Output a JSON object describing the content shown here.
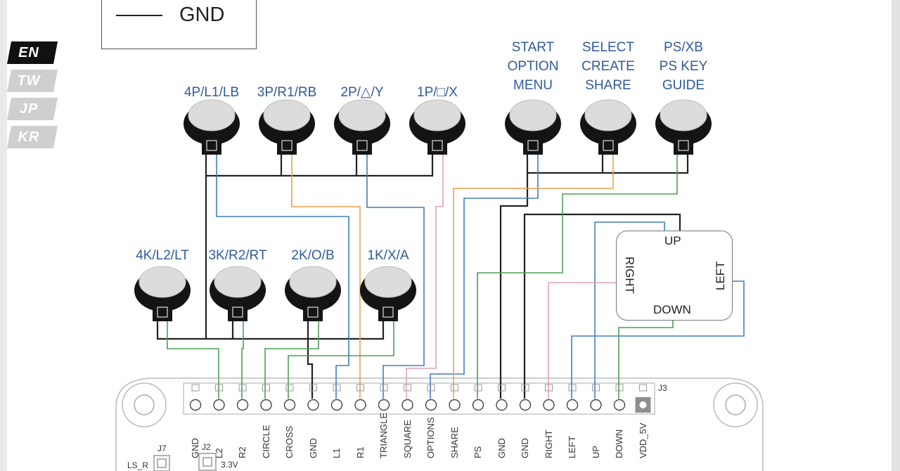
{
  "legend": {
    "label": "GND"
  },
  "languages": [
    {
      "code": "EN",
      "active": true
    },
    {
      "code": "TW",
      "active": false
    },
    {
      "code": "JP",
      "active": false
    },
    {
      "code": "KR",
      "active": false
    }
  ],
  "buttons_top": [
    {
      "label": "4P/L1/LB"
    },
    {
      "label": "3P/R1/RB"
    },
    {
      "label": "2P/△/Y"
    },
    {
      "label": "1P/□/X"
    }
  ],
  "buttons_bottom": [
    {
      "label": "4K/L2/LT"
    },
    {
      "label": "3K/R2/RT"
    },
    {
      "label": "2K/O/B"
    },
    {
      "label": "1K/X/A"
    }
  ],
  "buttons_func": [
    {
      "lines": [
        "START",
        "OPTION",
        "MENU"
      ]
    },
    {
      "lines": [
        "SELECT",
        "CREATE",
        "SHARE"
      ]
    },
    {
      "lines": [
        "PS/XB",
        "PS KEY",
        "GUIDE"
      ]
    }
  ],
  "joystick": {
    "up": "UP",
    "down": "DOWN",
    "left": "LEFT",
    "right": "RIGHT"
  },
  "header": {
    "name": "J3"
  },
  "pins": [
    "GND",
    "L2",
    "R2",
    "CIRCLE",
    "CROSS",
    "GND",
    "L1",
    "R1",
    "TRIANGLE",
    "SQUARE",
    "OPTIONS",
    "SHARE",
    "PS",
    "GND",
    "GND",
    "RIGHT",
    "LEFT",
    "UP",
    "DOWN",
    "VDD_5V"
  ],
  "bottom_labels": {
    "j7": "J7",
    "j2": "J2",
    "ls_r": "LS_R",
    "v33": "3.3V"
  },
  "colors": {
    "gnd": "#222222",
    "blue": "#3d7fc2",
    "orange": "#e6a14f",
    "green": "#4c9f55",
    "pink": "#dfa3b6",
    "label_blue": "#2f5b9a"
  }
}
